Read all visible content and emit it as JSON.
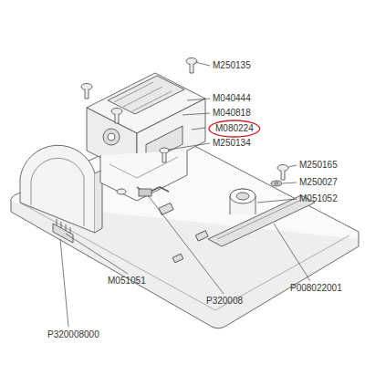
{
  "diagram": {
    "nodes": [
      {
        "text": [
          "M080224"
        ]
      }
    ],
    "labels": [
      "M250135",
      "M040444",
      "M040818",
      "M250134",
      "M250165",
      "M250027",
      "M051052",
      "M051051",
      "P320008",
      "P008022001",
      "P320008000"
    ]
  }
}
